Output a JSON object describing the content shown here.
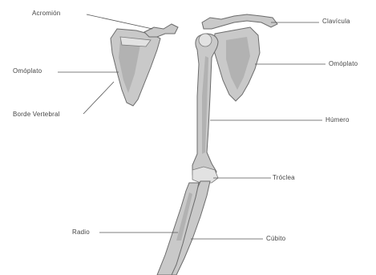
{
  "labels": {
    "acromion": "Acromión",
    "omoplato_left": "Omóplato",
    "borde_vertebral": "Borde Vertebral",
    "radio": "Radio",
    "clavicula": "Clavícula",
    "omoplato_right": "Omóplato",
    "humero": "Húmero",
    "troclea": "Tróclea",
    "cubito": "Cúbito"
  }
}
